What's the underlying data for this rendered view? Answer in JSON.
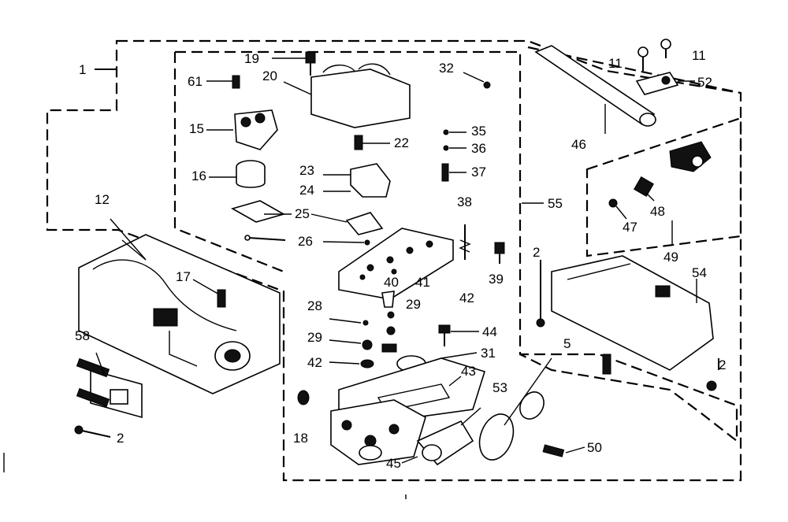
{
  "callouts": [
    {
      "id": "c1",
      "text": "1"
    },
    {
      "id": "c2a",
      "text": "2"
    },
    {
      "id": "c2b",
      "text": "2"
    },
    {
      "id": "c2c",
      "text": "2"
    },
    {
      "id": "c5",
      "text": "5"
    },
    {
      "id": "c11a",
      "text": "11"
    },
    {
      "id": "c11b",
      "text": "11"
    },
    {
      "id": "c12",
      "text": "12"
    },
    {
      "id": "c15",
      "text": "15"
    },
    {
      "id": "c16",
      "text": "16"
    },
    {
      "id": "c17",
      "text": "17"
    },
    {
      "id": "c18",
      "text": "18"
    },
    {
      "id": "c19",
      "text": "19"
    },
    {
      "id": "c20",
      "text": "20"
    },
    {
      "id": "c22",
      "text": "22"
    },
    {
      "id": "c23",
      "text": "23"
    },
    {
      "id": "c24",
      "text": "24"
    },
    {
      "id": "c25",
      "text": "25"
    },
    {
      "id": "c26",
      "text": "26"
    },
    {
      "id": "c28",
      "text": "28"
    },
    {
      "id": "c29a",
      "text": "29"
    },
    {
      "id": "c29b",
      "text": "29"
    },
    {
      "id": "c31",
      "text": "31"
    },
    {
      "id": "c32",
      "text": "32"
    },
    {
      "id": "c35",
      "text": "35"
    },
    {
      "id": "c36",
      "text": "36"
    },
    {
      "id": "c37",
      "text": "37"
    },
    {
      "id": "c38",
      "text": "38"
    },
    {
      "id": "c39",
      "text": "39"
    },
    {
      "id": "c40",
      "text": "40"
    },
    {
      "id": "c41",
      "text": "41"
    },
    {
      "id": "c42a",
      "text": "42"
    },
    {
      "id": "c42b",
      "text": "42"
    },
    {
      "id": "c43",
      "text": "43"
    },
    {
      "id": "c44",
      "text": "44"
    },
    {
      "id": "c45",
      "text": "45"
    },
    {
      "id": "c46",
      "text": "46"
    },
    {
      "id": "c47",
      "text": "47"
    },
    {
      "id": "c48",
      "text": "48"
    },
    {
      "id": "c49",
      "text": "49"
    },
    {
      "id": "c50",
      "text": "50"
    },
    {
      "id": "c52",
      "text": "52"
    },
    {
      "id": "c53",
      "text": "53"
    },
    {
      "id": "c54",
      "text": "54"
    },
    {
      "id": "c55",
      "text": "55"
    },
    {
      "id": "c58",
      "text": "58"
    },
    {
      "id": "c61",
      "text": "61"
    }
  ]
}
